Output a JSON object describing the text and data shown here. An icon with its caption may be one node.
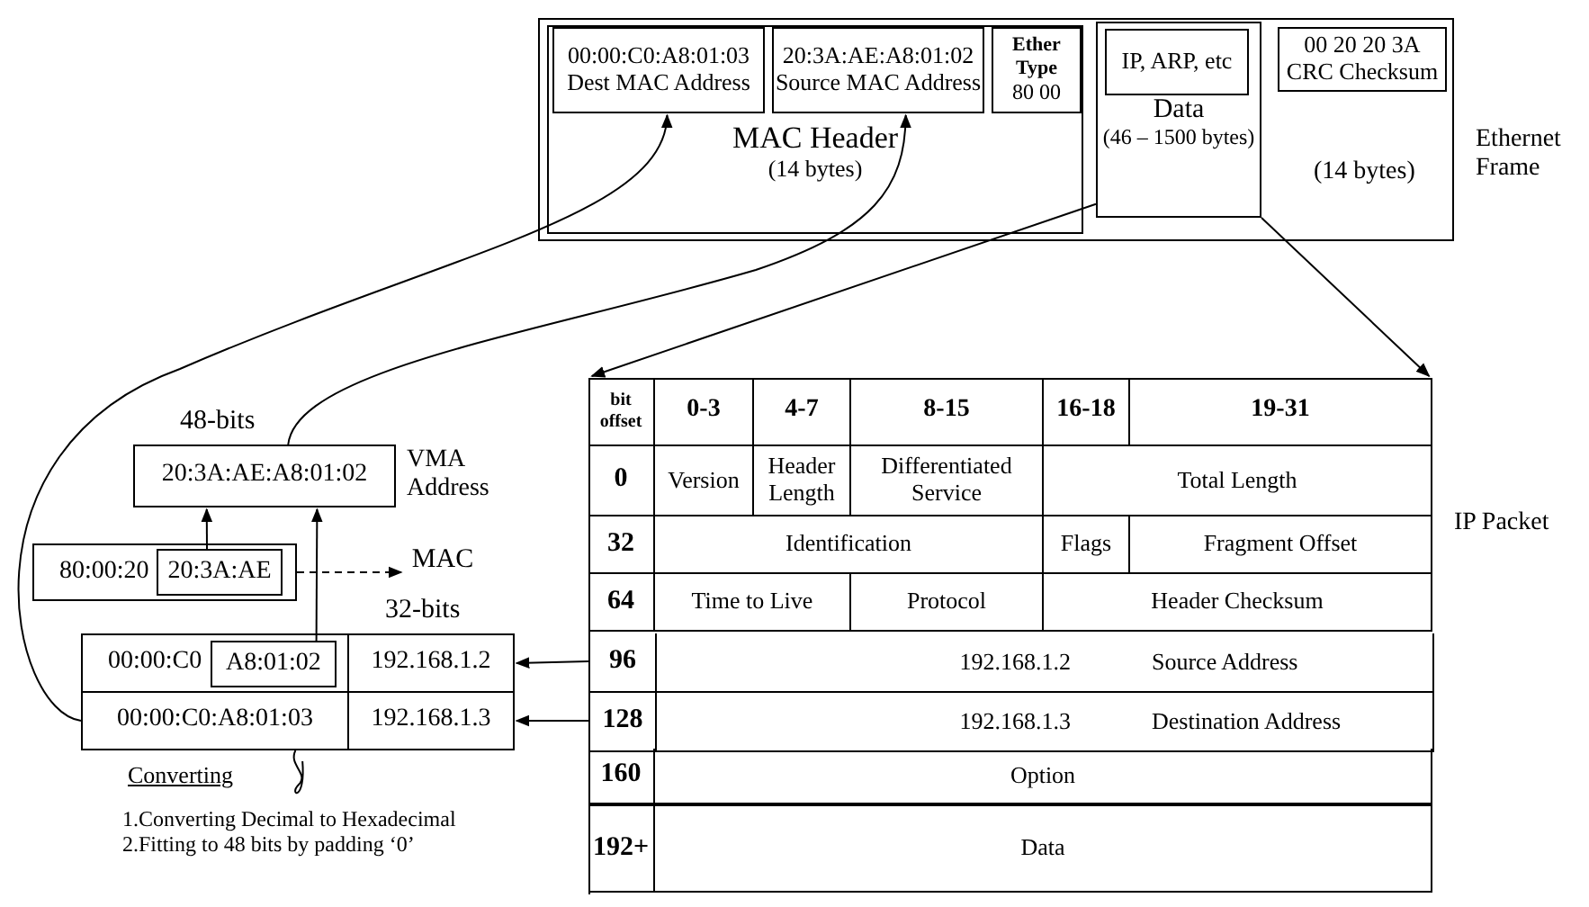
{
  "diagram": {
    "nodes": [
      {
        "text": [],
        "shape": "box",
        "beside": [
          "Ethernet Frame"
        ]
      },
      {
        "text": [
          "MAC Header",
          "(14 bytes)"
        ],
        "in": 0
      },
      {
        "text": [
          "00:00:C0:A8:01:03",
          "Dest MAC Address"
        ],
        "in": 1
      },
      {
        "text": [
          "20:3A:AE:A8:01:02",
          "Source MAC Address"
        ],
        "in": 1
      },
      {
        "text": [
          "Ether Type",
          "80 00"
        ],
        "in": 1
      },
      {
        "text": [
          "Data",
          "(46 – 1500 bytes)"
        ],
        "in": 0
      },
      {
        "text": [
          "IP, ARP, etc"
        ],
        "in": 5
      },
      {
        "text": [
          "00 20 20 3A",
          "CRC Checksum"
        ],
        "in": 0,
        "beside": [
          "(14 bytes)"
        ]
      },
      {
        "text": [],
        "shape": "box",
        "beside": [
          "IP Packet"
        ]
      },
      {
        "text": [
          "96",
          "192.168.1.2",
          "Source Address"
        ],
        "in": 8
      },
      {
        "text": [
          "128",
          "192.168.1.3",
          "Destination Address"
        ],
        "in": 8
      },
      {
        "text": [
          "20:3A:AE:A8:01:02"
        ],
        "beside": [
          "48-bits",
          "VMA Address"
        ]
      },
      {
        "text": [
          "80:00:20"
        ]
      },
      {
        "text": [
          "20:3A:AE"
        ],
        "in": 12
      },
      {
        "text": [
          "MAC"
        ]
      },
      {
        "text": [
          "00:00:C0"
        ]
      },
      {
        "text": [
          "A8:01:02"
        ],
        "in": 15
      },
      {
        "text": [
          "192.168.1.2"
        ]
      },
      {
        "text": [
          "00:00:C0:A8:01:03"
        ]
      },
      {
        "text": [
          "192.168.1.3"
        ]
      },
      {
        "text": [
          "Converting",
          "1.Converting Decimal to Hexadecimal",
          "2.Fitting to 48 bits by padding ‘0’"
        ]
      }
    ],
    "edges": [
      {
        "from": 16,
        "to": 11,
        "arrow": "to"
      },
      {
        "from": 13,
        "to": 11,
        "arrow": "to"
      },
      {
        "from": 12,
        "to": 14,
        "arrow": "to",
        "style": "dashed"
      },
      {
        "from": 9,
        "to": 17,
        "arrow": "to"
      },
      {
        "from": 10,
        "to": 19,
        "arrow": "to"
      },
      {
        "from": 18,
        "to": 2,
        "arrow": "to"
      },
      {
        "from": 11,
        "to": 3,
        "arrow": "to"
      },
      {
        "from": 5,
        "to": 8,
        "arrow": "to"
      },
      {
        "from": 5,
        "to": 8,
        "arrow": "to"
      },
      {
        "from": 18,
        "to": 20,
        "arrow": "none"
      }
    ],
    "labels": [
      "32-bits",
      "bit offset",
      "0-3",
      "4-7",
      "8-15",
      "16-18",
      "19-31",
      "0",
      "Version",
      "Header Length",
      "Differentiated Service",
      "Total Length",
      "32",
      "Identification",
      "Flags",
      "Fragment Offset",
      "64",
      "Time to Live",
      "Protocol",
      "Header Checksum",
      "160",
      "Option",
      "192+",
      "Data"
    ]
  }
}
